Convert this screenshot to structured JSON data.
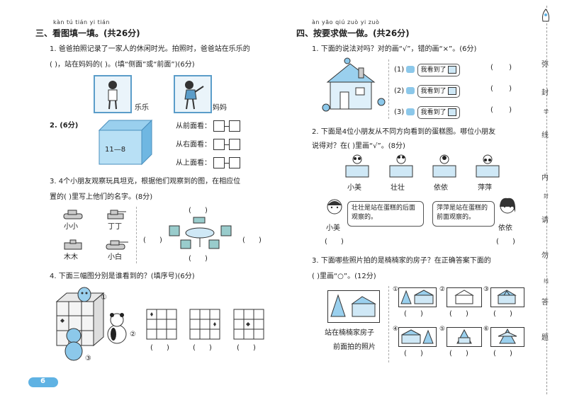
{
  "section3": {
    "pinyin": "kàn tú tián yi tián",
    "title": "三、看图填一填。(共26分)",
    "q1": {
      "line1": "1. 爸爸拍照记录了一家人的休闲时光。拍照时，爸爸站在乐乐的",
      "line2": "(        )，站在妈妈的(        )。(填“侧面”或“前面”)(6分)",
      "label_lele": "乐乐",
      "label_mama": "妈妈"
    },
    "q2": {
      "head": "2. (6分)",
      "cube_text": "11—8",
      "views": [
        "从前面看：",
        "从右面看：",
        "从上面看："
      ]
    },
    "q3": {
      "line1": "3. 4个小朋友观察玩具坦克，根据他们观察到的图，在相应位",
      "line2": "置的(    )里写上他们的名字。(8分)",
      "names": [
        "小小",
        "丁丁",
        "木木",
        "小白"
      ]
    },
    "q4": {
      "line": "4. 下面三幅图分别是谁看到的？(填序号)(6分)",
      "marks": [
        "①",
        "②",
        "③"
      ]
    },
    "page_number": "6"
  },
  "section4": {
    "pinyin": "àn yāo qiú zuò yi zuò",
    "title": "四、按要求做一做。(共26分)",
    "q1": {
      "line": "1. 下面的说法对吗？对的画“√”，错的画“×”。(6分)",
      "items": [
        {
          "num": "(1)",
          "text": "我看到了"
        },
        {
          "num": "(2)",
          "text": "我看到了"
        },
        {
          "num": "(3)",
          "text": "我看到了"
        }
      ]
    },
    "q2": {
      "line1": "2. 下面是4位小朋友从不同方向看到的蛋糕图。哪位小朋友",
      "line2": "说得对？在(    )里画“√”。(8分)",
      "names": [
        "小美",
        "壮壮",
        "依依",
        "萍萍"
      ],
      "speech_left": "壮壮是站在蛋糕的后面观察的。",
      "speech_right": "萍萍是站在蛋糕的前面观察的。",
      "speaker_left": "小美",
      "speaker_right": "依依"
    },
    "q3": {
      "line1": "3. 下面哪些照片拍的是楠楠家的房子？在正确答案下面的",
      "line2": "(    )里画“○”。(12分)",
      "caption1": "站在楠楠家房子",
      "caption2": "前面拍的照片",
      "marks": [
        "①",
        "②",
        "③",
        "④",
        "⑤",
        "⑥"
      ]
    }
  },
  "sidebar": {
    "chars": [
      "弥",
      "封",
      "线",
      "内",
      "请",
      "勿",
      "答",
      "题"
    ],
    "small_chars": [
      "学",
      "封",
      "线"
    ]
  }
}
